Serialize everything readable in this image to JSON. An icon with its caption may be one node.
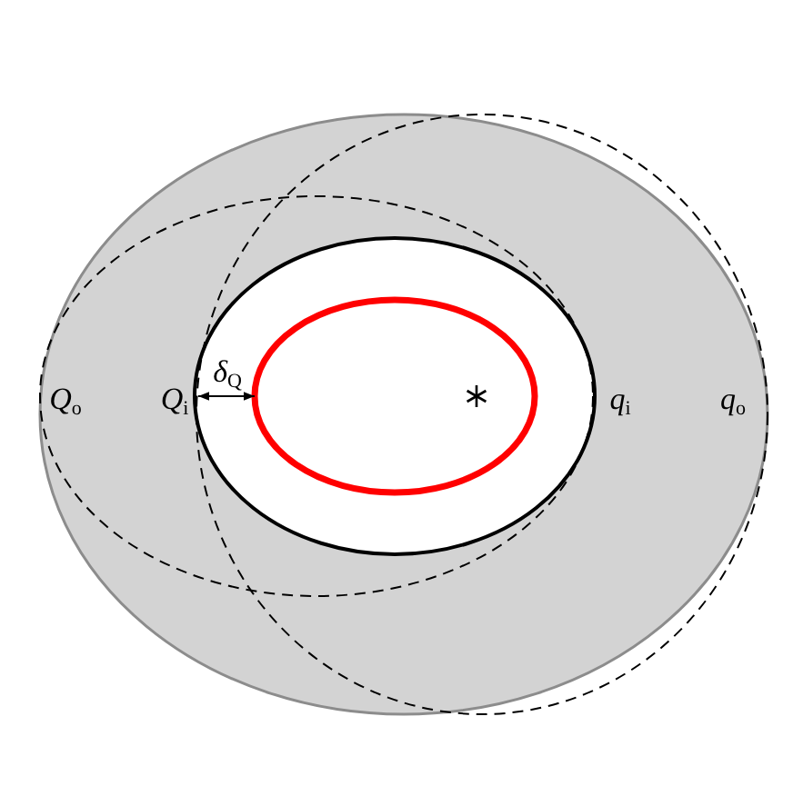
{
  "diagram": {
    "labels": [
      "*Q*$_{o}$",
      "*Q*$_{i}$",
      "*δ*$_{Q}$",
      "*q*$_{i}$",
      "*q*$_{o}$"
    ]
  }
}
